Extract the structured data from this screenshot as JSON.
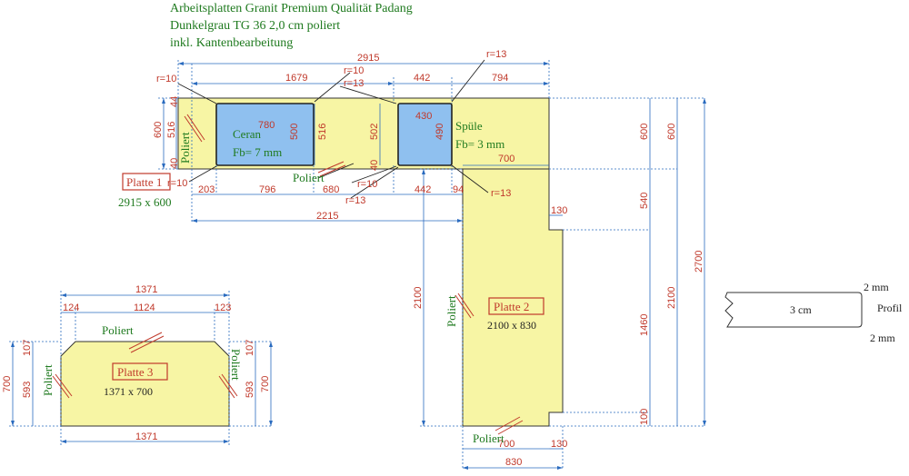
{
  "header": {
    "line1": "Arbeitsplatten Granit Premium Qualität Padang",
    "line2": "Dunkelgrau TG 36 2,0 cm poliert",
    "line3": "inkl. Kantenbearbeitung"
  },
  "dimensions": {
    "d2915": "2915",
    "d1679": "1679",
    "d442": "442",
    "d794": "794",
    "d780": "780",
    "d430": "430",
    "d44": "44",
    "d40": "40",
    "d600": "600",
    "d516": "516",
    "d500": "500",
    "d502": "502",
    "d490": "490",
    "d203": "203",
    "d796": "796",
    "d680": "680",
    "d94": "94",
    "d2215": "2215",
    "d700": "700",
    "d540": "540",
    "d130": "130",
    "d2100": "2100",
    "d2700": "2700",
    "d1460": "1460",
    "d100": "100",
    "d830": "830",
    "d1371": "1371",
    "d124": "124",
    "d1124": "1124",
    "d123": "123",
    "d107": "107",
    "d593": "593"
  },
  "radii": {
    "r10": "r=10",
    "r13": "r=13"
  },
  "cutouts": {
    "ceran": "Ceran",
    "ceran_fb": "Fb= 7 mm",
    "spuele": "Spüle",
    "spuele_fb": "Fb= 3 mm"
  },
  "edges": {
    "poliert": "Poliert"
  },
  "plates": {
    "p1_name": "Platte 1",
    "p1_size": "2915 x 600",
    "p2_name": "Platte 2",
    "p2_size": "2100 x 830",
    "p3_name": "Platte 3",
    "p3_size": "1371 x 700"
  },
  "profile": {
    "thickness": "3 cm",
    "top": "2 mm",
    "bottom": "2 mm",
    "label": "Profil"
  },
  "colors": {
    "stone": "#f7f5a4",
    "cutout": "#8fc0ef",
    "dim": "#c0392b",
    "line": "#2a6bbf",
    "text": "#1f7a1f"
  }
}
